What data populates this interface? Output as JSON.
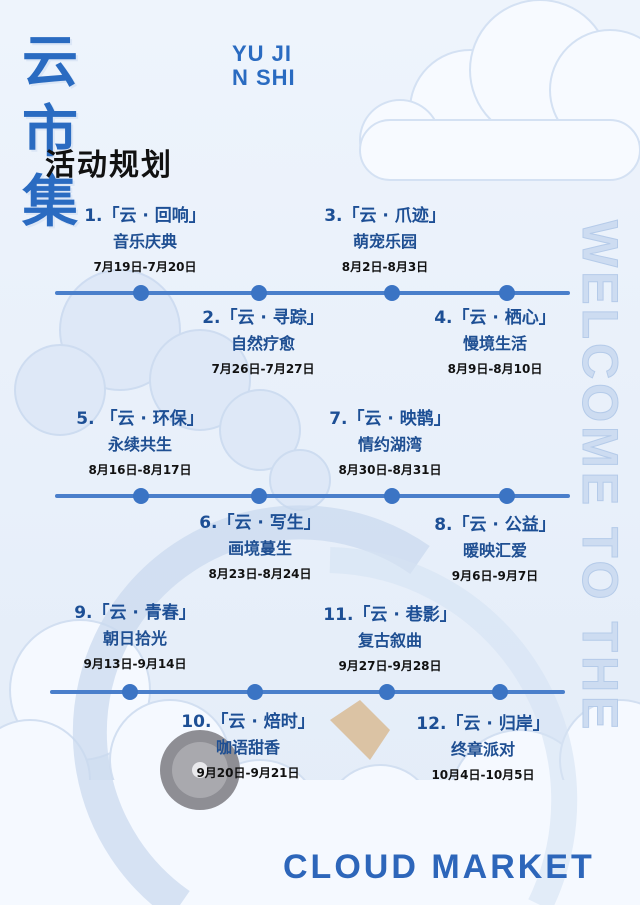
{
  "logo": {
    "main": "云市集",
    "sub_lines": [
      "YU JI",
      "N SHI"
    ]
  },
  "title": "活动规划",
  "side_text": "WELCOME TO THE",
  "footer_text": "CLOUD  MARKET",
  "events": [
    {
      "name": "1.「云 · 回响」",
      "sub": "音乐庆典",
      "date": "7月19日-7月20日"
    },
    {
      "name": "3.「云 · 爪迹」",
      "sub": "萌宠乐园",
      "date": "8月2日-8月3日"
    },
    {
      "name": "2.「云 · 寻踪」",
      "sub": "自然疗愈",
      "date": "7月26日-7月27日"
    },
    {
      "name": "4.「云 · 栖心」",
      "sub": "慢境生活",
      "date": "8月9日-8月10日"
    },
    {
      "name": "5.  「云 · 环保」",
      "sub": "永续共生",
      "date": "8月16日-8月17日"
    },
    {
      "name": "7.「云 · 映鹊」",
      "sub": "情约湖湾",
      "date": "8月30日-8月31日"
    },
    {
      "name": "6.「云 · 写生」",
      "sub": "画境蔓生",
      "date": "8月23日-8月24日"
    },
    {
      "name": "8.「云 · 公益」",
      "sub": "暖映汇爱",
      "date": "9月6日-9月7日"
    },
    {
      "name": "9.「云 · 青春」",
      "sub": "朝日拾光",
      "date": "9月13日-9月14日"
    },
    {
      "name": "11.「云 · 巷影」",
      "sub": "复古叙曲",
      "date": "9月27日-9月28日"
    },
    {
      "name": "10.「云 · 焙时」",
      "sub": "咖语甜香",
      "date": "9月20日-9月21日"
    },
    {
      "name": "12.「云 · 归岸」",
      "sub": "终章派对",
      "date": "10月4日-10月5日"
    }
  ],
  "colors": {
    "accent": "#2a6bc1",
    "timeline": "#4a7fcb",
    "background": "#e9f1fb"
  }
}
